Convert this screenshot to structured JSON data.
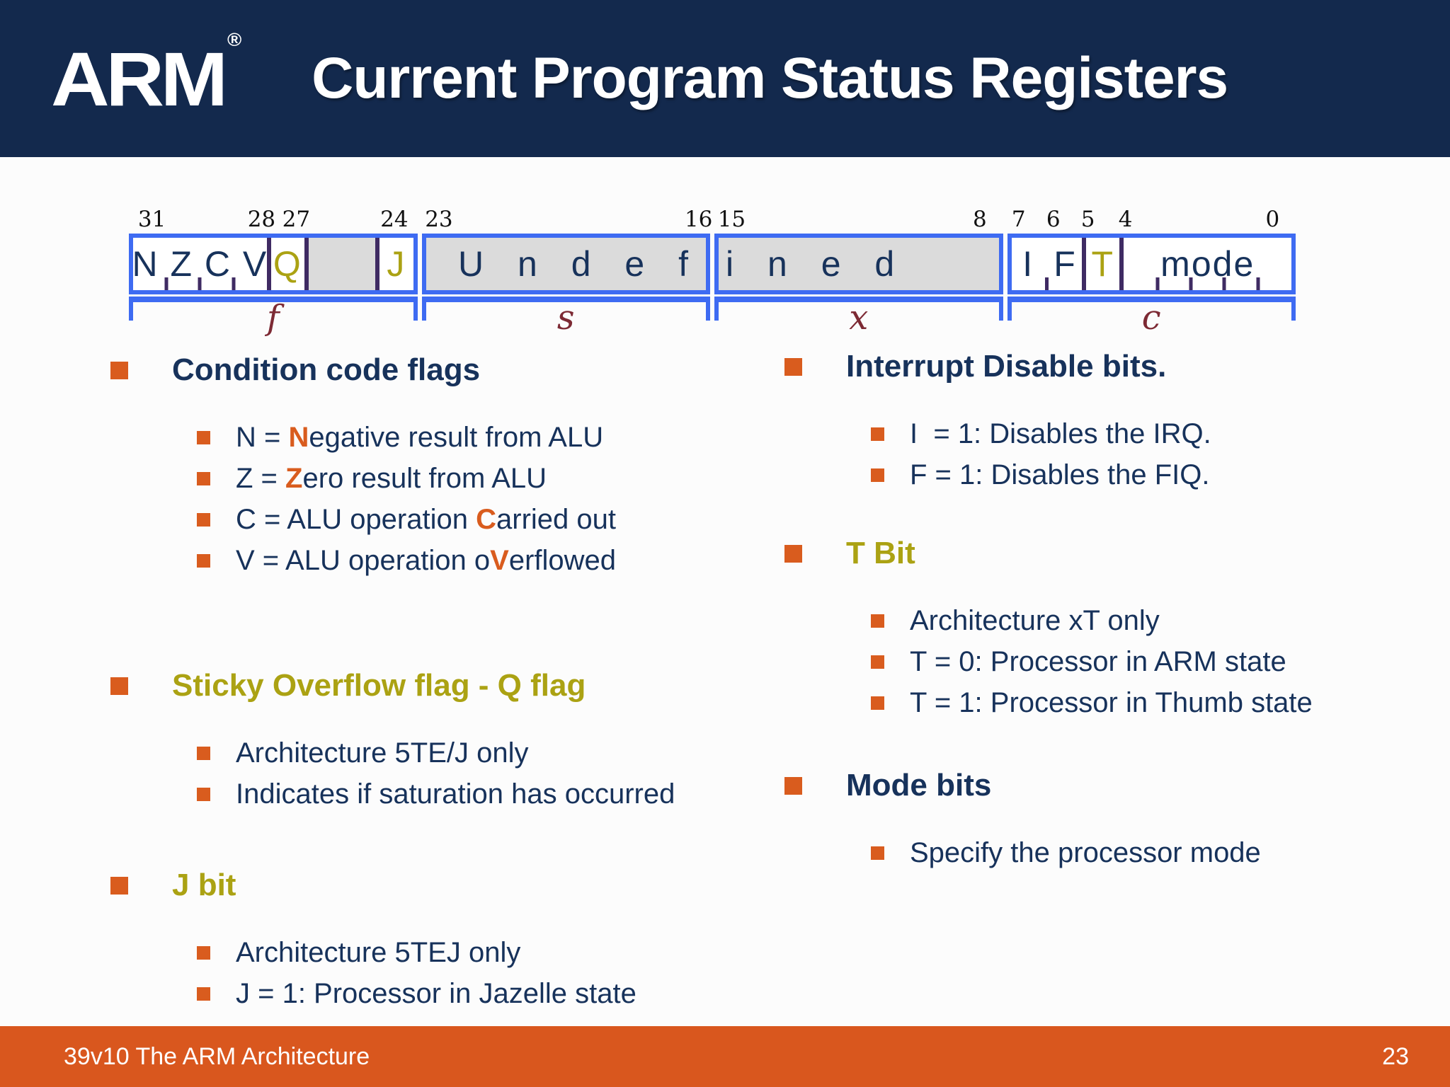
{
  "header": {
    "logo": "ARM",
    "logo_mark": "®",
    "title": "Current Program Status Registers"
  },
  "colors": {
    "header_bg": "#13294D",
    "footer_bg": "#D9571E",
    "navy": "#17325B",
    "olive": "#ABA213",
    "orange": "#D95C1E",
    "maroon": "#7D2A34",
    "blue": "#3E6BF2",
    "purple": "#3F2B63",
    "gray_fill": "#DBDBDB"
  },
  "register": {
    "bit_labels": [
      {
        "t": "31",
        "seg": 0,
        "pct": 8
      },
      {
        "t": "28",
        "seg": 0,
        "pct": 46
      },
      {
        "t": "27",
        "seg": 0,
        "pct": 58
      },
      {
        "t": "24",
        "seg": 0,
        "pct": 92
      },
      {
        "t": "23",
        "seg": 1,
        "pct": 6
      },
      {
        "t": "16",
        "seg": 1,
        "pct": 96
      },
      {
        "t": "15",
        "seg": 2,
        "pct": 6
      },
      {
        "t": "8",
        "seg": 2,
        "pct": 92
      },
      {
        "t": "7",
        "seg": 3,
        "pct": 4
      },
      {
        "t": "6",
        "seg": 3,
        "pct": 16
      },
      {
        "t": "5",
        "seg": 3,
        "pct": 28
      },
      {
        "t": "4",
        "seg": 3,
        "pct": 41
      },
      {
        "t": "0",
        "seg": 3,
        "pct": 92
      }
    ],
    "segments": [
      {
        "name": "f",
        "label": "f",
        "bg": "white",
        "cells": [
          {
            "t": "N Z C V",
            "span": 4,
            "ticks": [
              25,
              50,
              75
            ]
          },
          {
            "d": "full"
          },
          {
            "t": "Q",
            "span": 1,
            "color": "olive"
          },
          {
            "d": "full"
          },
          {
            "t": "",
            "span": 2,
            "bg": "gray"
          },
          {
            "d": "full"
          },
          {
            "t": "J",
            "span": 1,
            "color": "olive"
          }
        ]
      },
      {
        "name": "s",
        "label": "s",
        "bg": "gray",
        "cells": [
          {
            "t": "U n d e f",
            "span": 8,
            "align": "right"
          }
        ]
      },
      {
        "name": "x",
        "label": "x",
        "bg": "gray",
        "cells": [
          {
            "t": "i n e d",
            "span": 8,
            "align": "left"
          }
        ]
      },
      {
        "name": "c",
        "label": "c",
        "bg": "white",
        "cells": [
          {
            "t": "I",
            "span": 1
          },
          {
            "d": "tick"
          },
          {
            "t": "F",
            "span": 1
          },
          {
            "d": "full"
          },
          {
            "t": "T",
            "span": 1,
            "color": "olive"
          },
          {
            "d": "full"
          },
          {
            "t": "mode",
            "span": 5,
            "ticks": [
              20,
              40,
              60,
              80
            ]
          }
        ]
      }
    ]
  },
  "sections": {
    "left": [
      {
        "title": "Condition code flags",
        "color": "navy",
        "items": [
          {
            "pre": "N = ",
            "hl": "N",
            "post": "egative result from ALU"
          },
          {
            "pre": "Z = ",
            "hl": "Z",
            "post": "ero result from ALU"
          },
          {
            "pre": "C = ALU operation ",
            "hl": "C",
            "post": "arried out"
          },
          {
            "pre": "V = ALU operation o",
            "hl": "V",
            "post": "erflowed"
          }
        ]
      },
      {
        "title": "Sticky Overflow flag - Q flag",
        "color": "olive",
        "items": [
          {
            "pre": "Architecture 5TE/J only"
          },
          {
            "pre": "Indicates if saturation has occurred"
          }
        ]
      },
      {
        "title": "J bit",
        "color": "olive",
        "items": [
          {
            "pre": "Architecture 5TEJ only"
          },
          {
            "pre": "J = 1: Processor in Jazelle state"
          }
        ]
      }
    ],
    "right": [
      {
        "title": "Interrupt Disable bits.",
        "color": "navy",
        "items": [
          {
            "pre": "I  = 1: Disables the IRQ."
          },
          {
            "pre": "F = 1: Disables the FIQ."
          }
        ]
      },
      {
        "title": "T Bit",
        "color": "olive",
        "items": [
          {
            "pre": "Architecture xT only"
          },
          {
            "pre": "T = 0: Processor in ARM state"
          },
          {
            "pre": "T = 1: Processor in Thumb state"
          }
        ]
      },
      {
        "title": "Mode bits",
        "color": "navy",
        "items": [
          {
            "pre": "Specify the processor mode"
          }
        ]
      }
    ]
  },
  "footer": {
    "left_text": "39v10 The ARM Architecture",
    "page_number": "23"
  }
}
